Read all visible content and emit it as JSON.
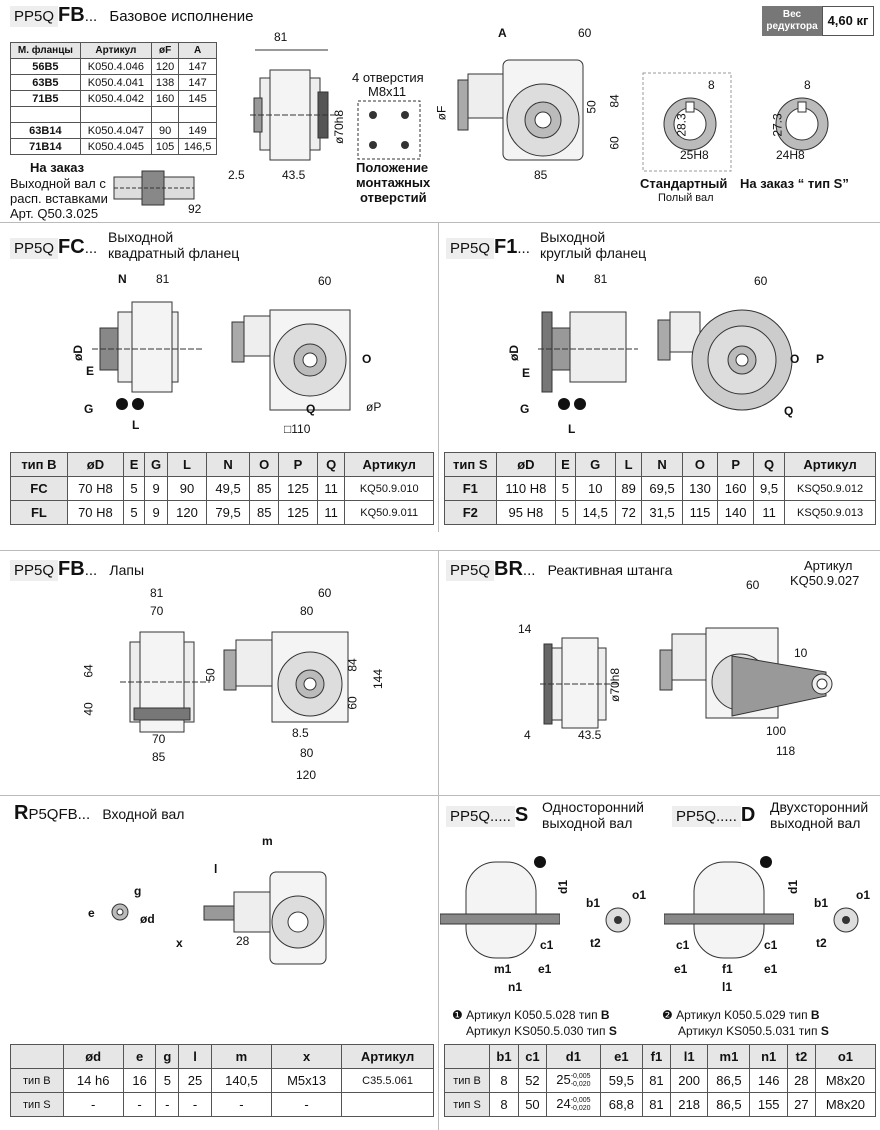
{
  "weight": {
    "label": "Вес редуктора",
    "value": "4,60 кг"
  },
  "s1": {
    "prefix": "PP5Q",
    "code": "FB",
    "suffix": "...",
    "title": "Базовое исполнение",
    "flange_table": {
      "headers": [
        "М. фланцы",
        "Артикул",
        "øF",
        "A"
      ],
      "rows": [
        [
          "56B5",
          "K050.4.046",
          "120",
          "147"
        ],
        [
          "63B5",
          "K050.4.041",
          "138",
          "147"
        ],
        [
          "71B5",
          "K050.4.042",
          "160",
          "145"
        ],
        [
          "",
          "",
          "",
          ""
        ],
        [
          "63B14",
          "K050.4.047",
          "90",
          "149"
        ],
        [
          "71B14",
          "K050.4.045",
          "105",
          "146,5"
        ]
      ]
    },
    "order_title": "На заказ",
    "order_text1": "Выходной вал с",
    "order_text2": "расп. вставками",
    "order_text3": "Арт. Q50.3.025",
    "holes1": "4 отверстия",
    "holes2": "M8x11",
    "mount1": "Положение",
    "mount2": "монтажных",
    "mount3": "отверстий",
    "std_title": "Стандартный",
    "std_sub": "Полый вал",
    "s_title": "На заказ “ тип S”",
    "dims": {
      "d81": "81",
      "d70": "ø70h8",
      "d25": "2.5",
      "d435": "43.5",
      "d92": "92",
      "dA": "A",
      "d60": "60",
      "d50": "50",
      "d84": "84",
      "d60b": "60",
      "d85": "85",
      "dF": "øF",
      "k8": "8",
      "k283": "28.3",
      "k25": "25H8",
      "k8b": "8",
      "k273": "27.3",
      "k24": "24H8"
    }
  },
  "s2": {
    "prefix": "PP5Q",
    "code": "FC",
    "suffix": "...",
    "title1": "Выходной",
    "title2": "квадратный фланец",
    "dims": {
      "N": "N",
      "d81": "81",
      "d60": "60",
      "D": "øD",
      "E": "E",
      "G": "G",
      "L": "L",
      "O": "O",
      "Q": "Q",
      "P": "øP",
      "sq": "□110"
    },
    "table": {
      "headers": [
        "тип B",
        "øD",
        "E",
        "G",
        "L",
        "N",
        "O",
        "P",
        "Q",
        "Артикул"
      ],
      "rows": [
        [
          "FC",
          "70 H8",
          "5",
          "9",
          "90",
          "49,5",
          "85",
          "125",
          "11",
          "KQ50.9.010"
        ],
        [
          "FL",
          "70 H8",
          "5",
          "9",
          "120",
          "79,5",
          "85",
          "125",
          "11",
          "KQ50.9.011"
        ]
      ]
    }
  },
  "s3": {
    "prefix": "PP5Q",
    "code": "F1",
    "suffix": "...",
    "title1": "Выходной",
    "title2": "круглый фланец",
    "dims": {
      "N": "N",
      "d81": "81",
      "d60": "60",
      "D": "øD",
      "E": "E",
      "G": "G",
      "L": "L",
      "O": "O",
      "P": "P",
      "Q": "Q"
    },
    "table": {
      "headers": [
        "тип S",
        "øD",
        "E",
        "G",
        "L",
        "N",
        "O",
        "P",
        "Q",
        "Артикул"
      ],
      "rows": [
        [
          "F1",
          "110 H8",
          "5",
          "10",
          "89",
          "69,5",
          "130",
          "160",
          "9,5",
          "KSQ50.9.012"
        ],
        [
          "F2",
          "95 H8",
          "5",
          "14,5",
          "72",
          "31,5",
          "115",
          "140",
          "11",
          "KSQ50.9.013"
        ]
      ]
    }
  },
  "s4": {
    "prefix": "PP5Q",
    "code": "FB",
    "suffix": "...",
    "title": "Лапы",
    "dims": {
      "d81": "81",
      "d70": "70",
      "d64": "64",
      "d40": "40",
      "d70b": "70",
      "d85": "85",
      "d60": "60",
      "d80": "80",
      "d50": "50",
      "d84": "84",
      "d144": "144",
      "d60b": "60",
      "d85b": "8.5",
      "d80b": "80",
      "d120": "120"
    }
  },
  "s5": {
    "prefix": "PP5Q",
    "code": "BR",
    "suffix": "...",
    "title": "Реактивная штанга",
    "art1": "Артикул",
    "art2": "KQ50.9.027",
    "dims": {
      "d14": "14",
      "d70": "ø70h8",
      "d4": "4",
      "d435": "43.5",
      "d60": "60",
      "d10": "10",
      "d100": "100",
      "d118": "118"
    }
  },
  "s6": {
    "prefix": "R",
    "mid": "P5QFB",
    "suffix": "...",
    "title": "Входной вал",
    "dims": {
      "m": "m",
      "l": "l",
      "g": "g",
      "e": "e",
      "d": "ød",
      "x": "x",
      "d28": "28"
    },
    "table": {
      "headers": [
        "",
        "ød",
        "e",
        "g",
        "l",
        "m",
        "x",
        "Артикул"
      ],
      "rows": [
        [
          "тип B",
          "14 h6",
          "16",
          "5",
          "25",
          "140,5",
          "M5x13",
          "C35.5.061"
        ],
        [
          "тип S",
          "-",
          "-",
          "-",
          "-",
          "-",
          "-",
          ""
        ]
      ]
    }
  },
  "s7": {
    "prefixS": "PP5Q.....",
    "codeS": "S",
    "titleS1": "Односторонний",
    "titleS2": "выходной вал",
    "prefixD": "PP5Q.....",
    "codeD": "D",
    "titleD1": "Двухсторонний",
    "titleD2": "выходной вал",
    "dims": {
      "d1": "d1",
      "c1": "c1",
      "e1": "e1",
      "m1": "m1",
      "n1": "n1",
      "f1": "f1",
      "l1": "l1",
      "b1": "b1",
      "t2": "t2",
      "o1": "o1"
    },
    "note1a": "❶ Артикул K050.5.028  тип ",
    "note1b": "B",
    "note1c": "Артикул KS050.5.030  тип ",
    "note1d": "S",
    "note2a": "❷ Артикул K050.5.029  тип ",
    "note2b": "B",
    "note2c": "Артикул KS050.5.031  тип ",
    "note2d": "S",
    "table": {
      "headers": [
        "",
        "b1",
        "c1",
        "d1",
        "e1",
        "f1",
        "l1",
        "m1",
        "n1",
        "t2",
        "o1"
      ],
      "rows": [
        [
          "тип B",
          "8",
          "52",
          "25",
          "59,5",
          "81",
          "200",
          "86,5",
          "146",
          "28",
          "M8x20"
        ],
        [
          "тип S",
          "8",
          "50",
          "24",
          "68,8",
          "81",
          "218",
          "86,5",
          "155",
          "27",
          "M8x20"
        ]
      ],
      "tol_top": "-0,005",
      "tol_bot": "-0,020"
    }
  }
}
